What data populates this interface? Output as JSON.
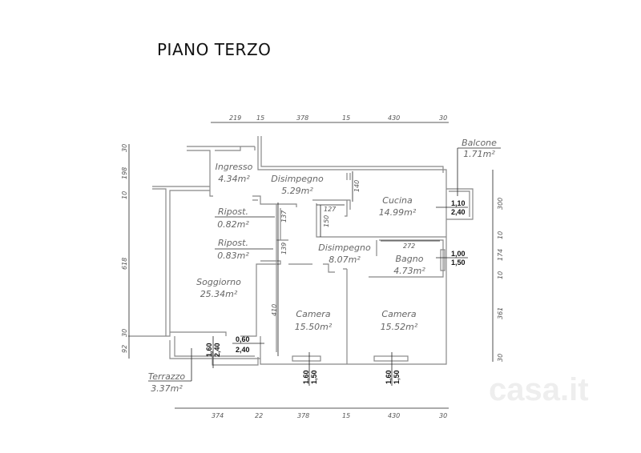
{
  "title": "PIANO TERZO",
  "rooms": [
    {
      "name": "Ingresso",
      "area": "4.34m²"
    },
    {
      "name": "Disimpegno",
      "area": "5.29m²"
    },
    {
      "name": "Cucina",
      "area": "14.99m²"
    },
    {
      "name": "Balcone",
      "area": "1.71m²"
    },
    {
      "name": "Ripost.",
      "area": "0.82m²"
    },
    {
      "name": "Ripost.",
      "area": "0.83m²"
    },
    {
      "name": "Disimpegno",
      "area": "8.07m²"
    },
    {
      "name": "Bagno",
      "area": "4.73m²"
    },
    {
      "name": "Soggiorno",
      "area": "25.34m²"
    },
    {
      "name": "Camera",
      "area": "15.50m²"
    },
    {
      "name": "Camera",
      "area": "15.52m²"
    },
    {
      "name": "Terrazzo",
      "area": "3.37m²"
    }
  ],
  "dims_top": [
    "219",
    "15",
    "378",
    "15",
    "430",
    "30"
  ],
  "dims_bottom": [
    "374",
    "22",
    "378",
    "15",
    "430",
    "30"
  ],
  "dims_left": [
    "30",
    "198",
    "10",
    "618",
    "30",
    "92"
  ],
  "dims_right": [
    "300",
    "10",
    "174",
    "10",
    "361",
    "30"
  ],
  "dims_inner": [
    "140",
    "127",
    "150",
    "137",
    "139",
    "272",
    "410"
  ],
  "windows": [
    {
      "w": "1,10",
      "h": "2,40"
    },
    {
      "w": "1,00",
      "h": "1,50"
    },
    {
      "w": "0,60",
      "h": "2,40"
    },
    {
      "w": "1,60",
      "h": "2,40"
    },
    {
      "w": "1,60",
      "h": "1,50"
    },
    {
      "w": "1,60",
      "h": "1,50"
    }
  ],
  "watermark": "casa.it"
}
